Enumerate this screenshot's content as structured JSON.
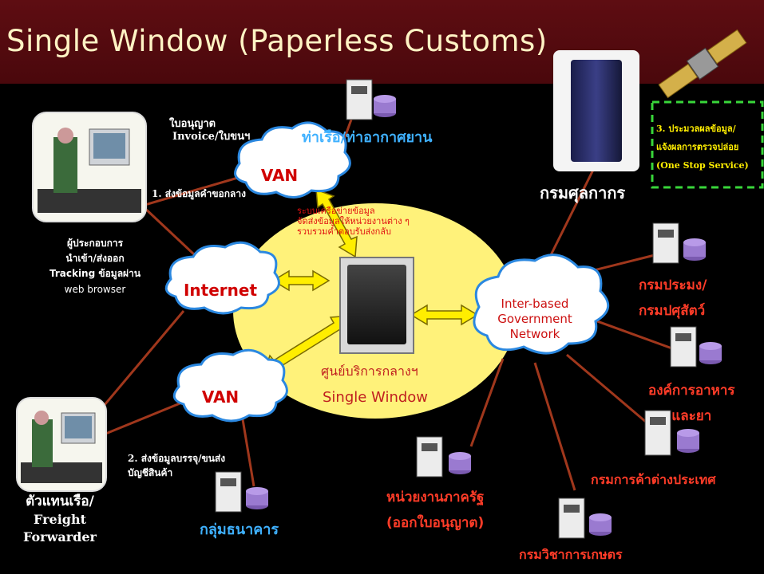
{
  "title": "Single Window (Paperless Customs)",
  "labels": {
    "permits": "ใบอนุญาต",
    "invoice": "Invoice/ใบขนฯ",
    "port": "ท่าเรือ/ท่าอากาศยาน",
    "step1": "1. ส่งข้อมูลคำขอกลาง",
    "step2_line1": "2. ส่งข้อมูลบรรจุ/ขนส่ง",
    "step2_line2": "บัญชีสินค้า",
    "step3_line1": "3. ประมวลผลข้อมูล/",
    "step3_line2": "แจ้งผลการตรวจปล่อย",
    "step3_line3": "(One Stop Service)",
    "importer_line1": "ผู้ประกอบการ",
    "importer_line2": "นำเข้า/ส่งออก",
    "importer_line3": "Tracking ข้อมูลผ่าน",
    "importer_line4": "web browser",
    "network_line1": "ระบบเครือข่ายข้อมูล",
    "network_line2": "จัดส่งข้อมูลให้หน่วยงานต่าง ๆ",
    "network_line3": "รวบรวมคำตอบรับส่งกลับ",
    "center_line1": "ศูนย์บริการกลางฯ",
    "center_line2": "Single Window",
    "customs": "กรมศุลกากร",
    "fisheries_line1": "กรมประมง/",
    "fisheries_line2": "กรมปศุสัตว์",
    "fda_line1": "องค์การอาหาร",
    "fda_line2": "และยา",
    "foreign_trade": "กรมการค้าต่างประเทศ",
    "agriculture": "กรมวิชาการเกษตร",
    "gov_agency_line1": "หน่วยงานภาครัฐ",
    "gov_agency_line2": "(ออกใบอนุญาต)",
    "bank": "กลุ่มธนาคาร",
    "forwarder_line1": "ตัวแทนเรือ/",
    "forwarder_line2": "Freight",
    "forwarder_line3": "Forwarder"
  },
  "clouds": {
    "van_top": "VAN",
    "internet": "Internet",
    "van_bottom": "VAN",
    "igov_line1": "Inter-based",
    "igov_line2": "Government",
    "igov_line3": "Network"
  },
  "colors": {
    "header": "#5e0d12",
    "ellipse": "#fff27a",
    "links": "#a0371c",
    "label_blue": "#3fb1ff",
    "label_red": "#ff3c28",
    "dashed_box": "#39d63a"
  }
}
